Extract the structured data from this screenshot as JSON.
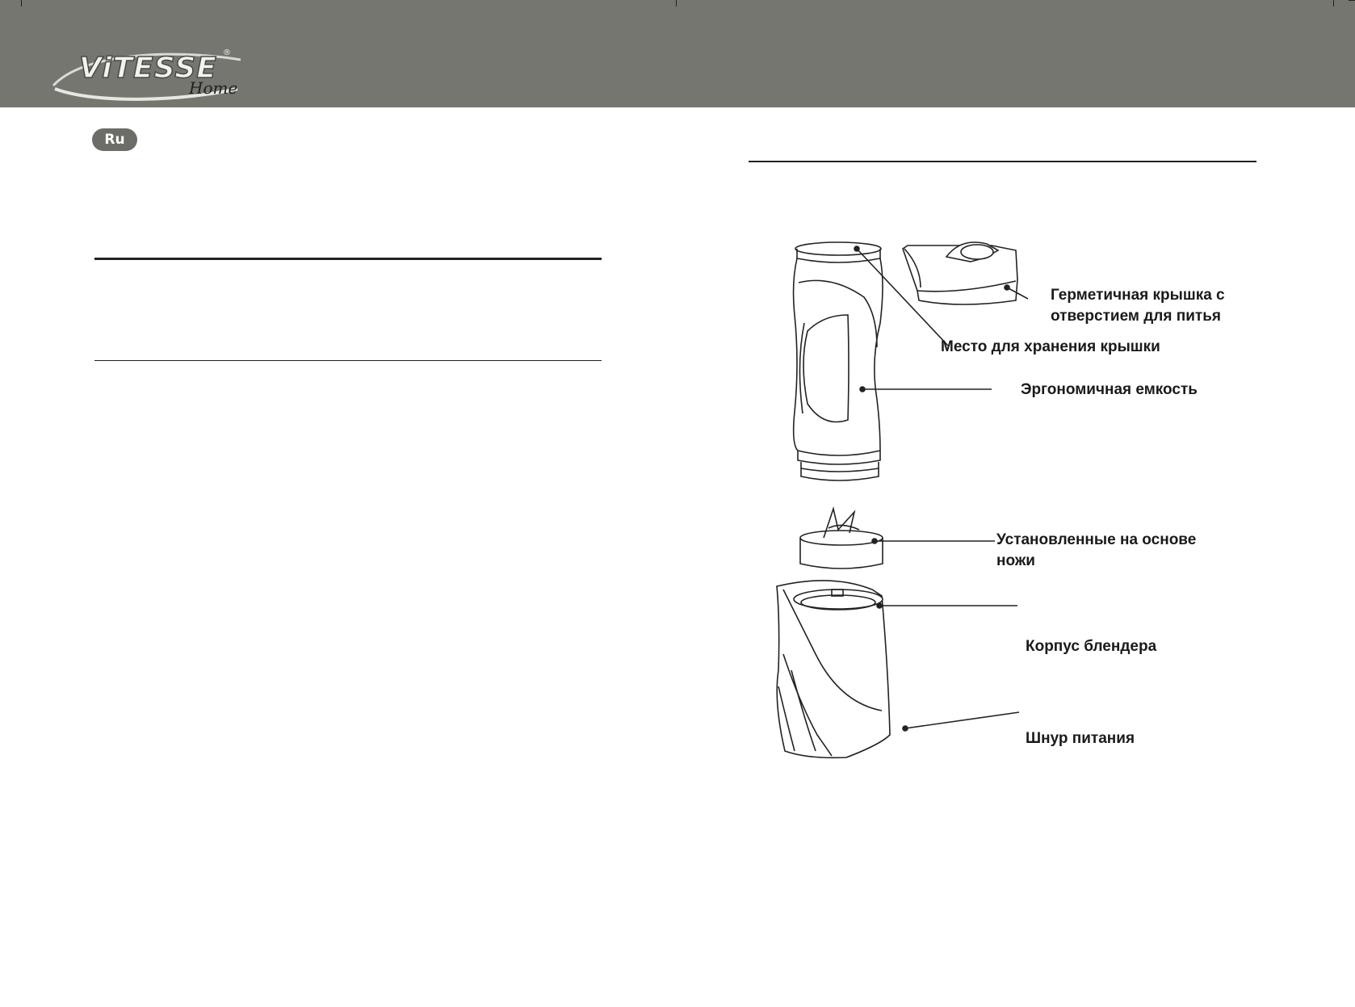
{
  "header": {
    "logo": {
      "brand": "ViTESSE",
      "sub": "Home",
      "registered": "®",
      "icon": "vitesse-logo"
    }
  },
  "language_badge": "Ru",
  "diagram": {
    "labels": {
      "lid": [
        "Герметичная крышка с",
        "отверстием для питья"
      ],
      "lid_storage": "Место для хранения крышки",
      "container": "Эргономичная емкость",
      "blades": [
        "Установленные на основе",
        "ножи"
      ],
      "body": "Корпус блендера",
      "cord": "Шнур питания"
    }
  },
  "colors": {
    "header_bg": "#767670",
    "badge_bg": "#6d6d68",
    "rule": "#222222"
  }
}
